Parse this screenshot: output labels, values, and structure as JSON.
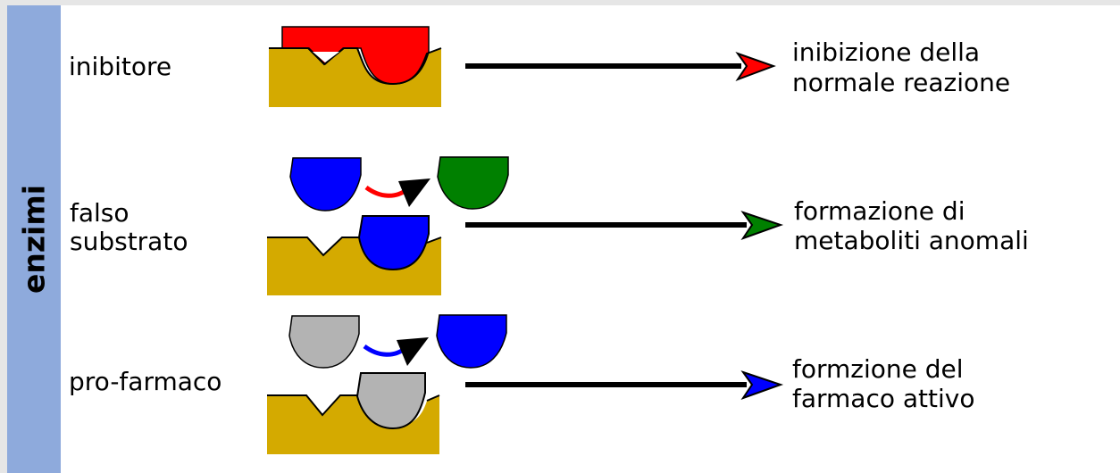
{
  "sidebar": {
    "label": "enzimi"
  },
  "rows": [
    {
      "name": "inibitore",
      "label_lines": [
        "inibitore"
      ],
      "result_lines": [
        "inibizione della",
        "normale reazione"
      ],
      "arrow_color": "#ff0000"
    },
    {
      "name": "falso-substrato",
      "label_lines": [
        "falso",
        "substrato"
      ],
      "result_lines": [
        "formazione di",
        "metaboliti anomali"
      ],
      "arrow_color": "#008000",
      "substrate_color": "#0000ff",
      "product_color": "#008000",
      "conversion_color": "#ff0000"
    },
    {
      "name": "pro-farmaco",
      "label_lines": [
        "pro-farmaco"
      ],
      "result_lines": [
        "formzione del",
        "farmaco attivo"
      ],
      "arrow_color": "#0000ff",
      "substrate_color": "#b3b3b3",
      "product_color": "#0000ff",
      "conversion_color": "#0000ff"
    }
  ],
  "colors": {
    "enzyme": "#d4aa00",
    "inhibitor": "#ff0000",
    "sidebar": "#8eaadc"
  }
}
